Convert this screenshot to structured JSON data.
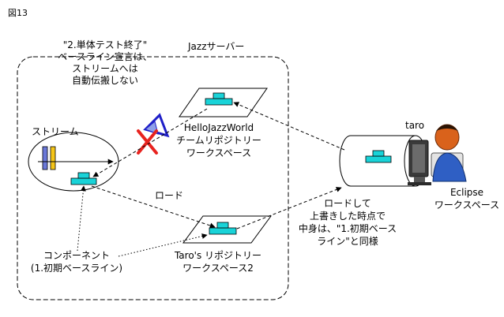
{
  "figure_label": "図13",
  "server_title": "Jazzサーバー",
  "note_lines": [
    "\"2.単体テスト終了\"",
    "ベースライン宣言は、",
    "ストリームへは",
    "自動伝搬しない"
  ],
  "stream_label": "ストリーム",
  "hello_repo_lines": [
    "HelloJazzWorld",
    "チームリポジトリー",
    "ワークスペース"
  ],
  "load_label": "ロード",
  "component_lines": [
    "コンポーネント",
    "(1.初期ベースライン)"
  ],
  "taro_repo_lines": [
    "Taro's リポジトリー",
    "ワークスペース2"
  ],
  "user_name": "taro",
  "eclipse_lines": [
    "Eclipse",
    "ワークスペース"
  ],
  "load_note_lines": [
    "ロードして",
    "上書きした時点で",
    "中身は、\"1.初期ベース",
    "ライン\"と同様"
  ],
  "colors": {
    "component": "#19d3d8",
    "bar_blue": "#6a78d8",
    "bar_yellow": "#f5c518",
    "cross": "#e8231f",
    "baseline_flag": "#1f1fc8",
    "person_head": "#d9621b",
    "person_body": "#2f5fc4"
  },
  "icons": [
    "component-block-icon",
    "baseline-flag-icon",
    "cross-icon",
    "user-at-computer-icon"
  ]
}
